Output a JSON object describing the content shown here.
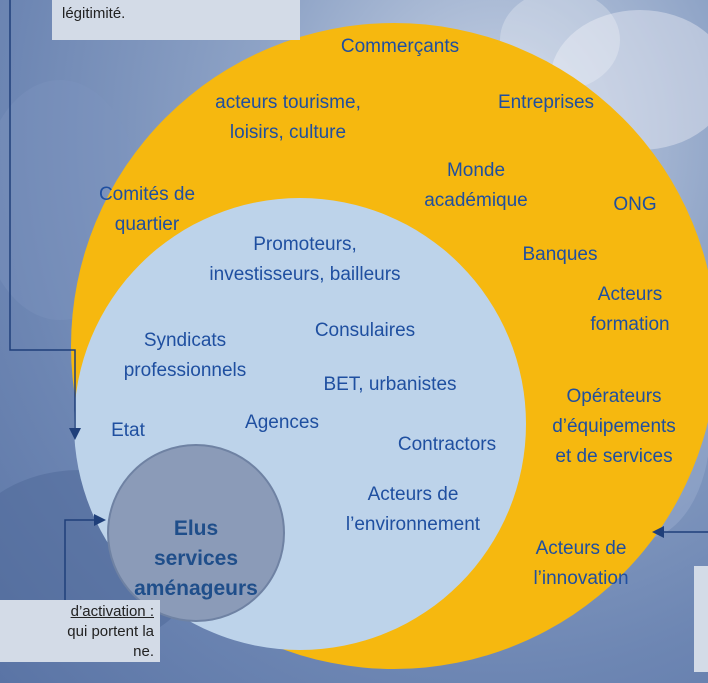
{
  "diagram": {
    "outer_ring_items": [
      {
        "id": "commercants",
        "text": "Commerçants"
      },
      {
        "id": "tourisme",
        "text": "acteurs tourisme,\nloisirs, culture"
      },
      {
        "id": "entreprises",
        "text": "Entreprises"
      },
      {
        "id": "academique",
        "text": "Monde\nacadémique"
      },
      {
        "id": "comites",
        "text": "Comités de\nquartier"
      },
      {
        "id": "ong",
        "text": "ONG"
      },
      {
        "id": "banques",
        "text": "Banques"
      },
      {
        "id": "formation",
        "text": "Acteurs\nformation"
      },
      {
        "id": "operateurs",
        "text": "Opérateurs\nd’équipements\net de services"
      },
      {
        "id": "innovation",
        "text": "Acteurs de\nl’innovation"
      }
    ],
    "inner_circle_items": [
      {
        "id": "promoteurs",
        "text": "Promoteurs,\ninvestisseurs, bailleurs"
      },
      {
        "id": "syndicats",
        "text": "Syndicats\nprofessionnels"
      },
      {
        "id": "consulaires",
        "text": "Consulaires"
      },
      {
        "id": "bet",
        "text": "BET, urbanistes"
      },
      {
        "id": "etat",
        "text": "Etat"
      },
      {
        "id": "agences",
        "text": "Agences"
      },
      {
        "id": "contractors",
        "text": "Contractors"
      },
      {
        "id": "environnement",
        "text": "Acteurs de\nl’environnement"
      }
    ],
    "center": {
      "text": "Elus\nservices\naménageurs"
    },
    "callout_top": {
      "text": "légitimité."
    },
    "callout_bottom_left": {
      "underlined": "d’activation :",
      "rest": "qui portent la\nne."
    },
    "colors": {
      "outer_ring": "#f6b80f",
      "inner_circle": "#bdd3ea",
      "center": "#8b9bb8",
      "text": "#1f4fa0",
      "arrow": "#1f3f7a"
    }
  }
}
